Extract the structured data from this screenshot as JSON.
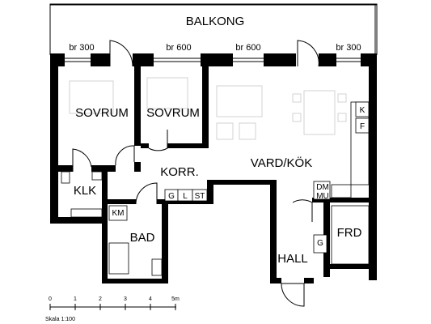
{
  "title": "BALKONG",
  "rooms": {
    "sovrum_1": "SOVRUM",
    "sovrum_2": "SOVRUM",
    "vard_kok": "VARD/KÖK",
    "korr": "KORR.",
    "klk": "KLK",
    "bad": "BAD",
    "hall": "HALL",
    "frd": "FRD"
  },
  "window_widths": [
    "br 300",
    "br 600",
    "br 600",
    "br 300"
  ],
  "fixture_codes": {
    "k": "K",
    "f": "F",
    "dm": "DM",
    "mu": "MU",
    "g_korr": "G",
    "l": "L",
    "st": "ST",
    "km": "KM",
    "g_hall": "G"
  },
  "scale": {
    "ticks": [
      "0",
      "1",
      "2",
      "3",
      "4",
      "5m"
    ],
    "label": "Skala 1:100"
  }
}
